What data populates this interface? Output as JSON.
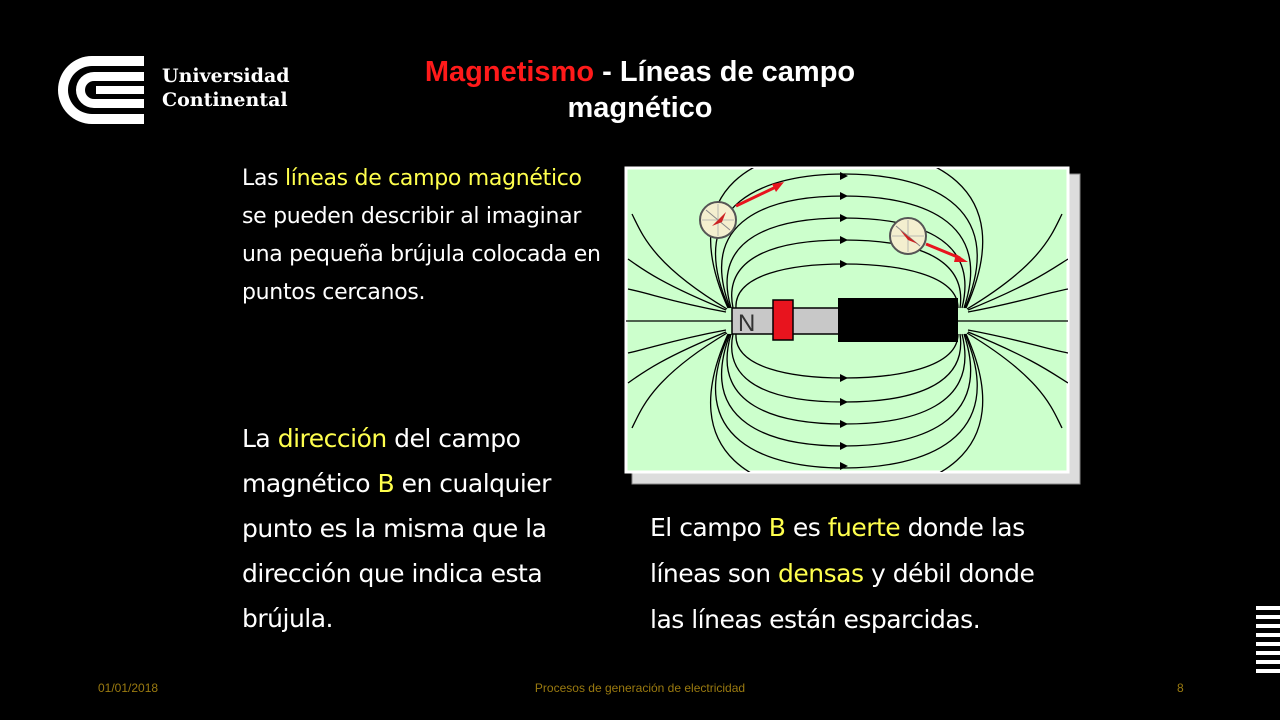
{
  "logo": {
    "line1": "Universidad",
    "line2": "Continental",
    "icon": "universidad-continental-logo-icon"
  },
  "title": {
    "part_red": "Magnetismo",
    "part_white": " - Líneas de campo magnético"
  },
  "paragraph1": {
    "t1": "Las ",
    "h1": "líneas de campo magnético",
    "t2": " se pueden describir al imaginar una pequeña brújula colocada en puntos cercanos."
  },
  "paragraph2": {
    "t1": "La ",
    "h1": "dirección",
    "t2": " del campo magnético ",
    "h2": "B",
    "t3": " en cualquier punto es la misma que la dirección que indica esta brújula."
  },
  "paragraph3": {
    "t1": "El campo ",
    "h1": "B",
    "t2": " es ",
    "h2": "fuerte",
    "t3": " donde las líneas son ",
    "h3": "densas",
    "t4": " y débil donde las líneas están esparcidas."
  },
  "figure": {
    "magnet_label": "N",
    "icons": [
      "compass-icon",
      "bar-magnet-icon"
    ]
  },
  "footer": {
    "date": "01/01/2018",
    "center": "Procesos de generación de electricidad",
    "page": "8"
  },
  "colors": {
    "background": "#000000",
    "title_red": "#ff1a1a",
    "highlight": "#ffff4d",
    "figure_bg": "#ccffcc",
    "footer": "#9a7a10"
  }
}
